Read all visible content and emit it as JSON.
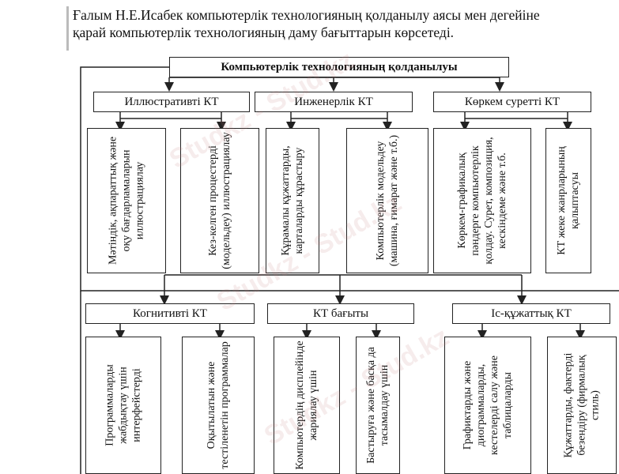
{
  "intro": {
    "line1": "Ғалым Н.Е.Исабек компьютерлік технологияның қолданылу аясы мен дегейіне",
    "line2": "қарай компьютерлік технологияның даму бағыттарын көрсетеді."
  },
  "diagram": {
    "root": "Компьютерлік технологияның қолданылуы",
    "top_categories": [
      "Иллюстративті КТ",
      "Инженерлік КТ",
      "Көркем суретті КТ"
    ],
    "top_items": [
      "Мәтіндік, ақпараттық және оқу бағдарламаларын иллюстрациялау",
      "Кез-келген процестерді (модельдеу) иллюстрациялау",
      "Құрамалы құжаттарды, карталарды құрастыру",
      "Компьютерлік модельдеу (машина, ғимарат және т.б.)",
      "Көркем-графикалық пәндерге компьютерлік қолдау. Сурет, композиция, кескіндеме және т.б.",
      "КТ жеке жанрларының қалыптасуы"
    ],
    "bottom_categories": [
      "Когнитивті КТ",
      "КТ бағыты",
      "Іс-құжаттық КТ"
    ],
    "bottom_items": [
      "Программаларды жабдықтау үшін интерфейстерді",
      "Оқытылатын және тестіленетін программалар",
      "Компьютердің дисплейінде жариялау үшін",
      "Бастыруға және басқа да тасымалдау үшін",
      "Графиктарды және диограммаларды, кестелерді салу және таблицаларды",
      "Құжаттарды, фактерді безендіру (фирмалық стиль)"
    ]
  },
  "watermark": "Studkz - Stud.kz"
}
